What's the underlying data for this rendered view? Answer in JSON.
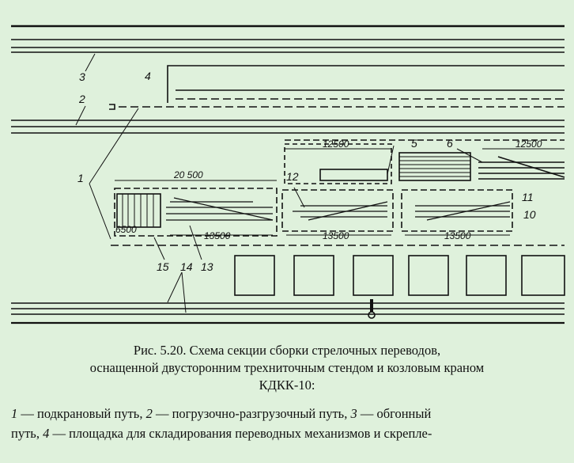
{
  "figure": {
    "dimensions": {
      "d_20500": "20 500",
      "d_12500_a": "12500",
      "d_12500_b": "12500",
      "d_6500": "6500",
      "d_13500_a": "13500",
      "d_13500_b": "13500",
      "d_13500_c": "13500"
    },
    "labels": {
      "n1": "1",
      "n2": "2",
      "n3": "3",
      "n4": "4",
      "n5": "5",
      "n6": "6",
      "n10": "10",
      "n11": "11",
      "n12": "12",
      "n13": "13",
      "n14": "14",
      "n15": "15"
    }
  },
  "caption": {
    "line1": "Рис. 5.20. Схема секции сборки стрелочных переводов,",
    "line2": "оснащенной двусторонним трехниточным стендом и козловым краном",
    "line3": "КДКК-10:"
  },
  "legend": {
    "line1": [
      {
        "num": "1",
        "text": " — подкрановый путь, "
      },
      {
        "num": "2",
        "text": " — погрузочно-разгрузочный путь, "
      },
      {
        "num": "3",
        "text": " — обгонный"
      }
    ],
    "line2": [
      {
        "num": "",
        "text": "путь, "
      },
      {
        "num": "4",
        "text": " — площадка для складирования переводных механизмов и скрепле-"
      }
    ]
  }
}
